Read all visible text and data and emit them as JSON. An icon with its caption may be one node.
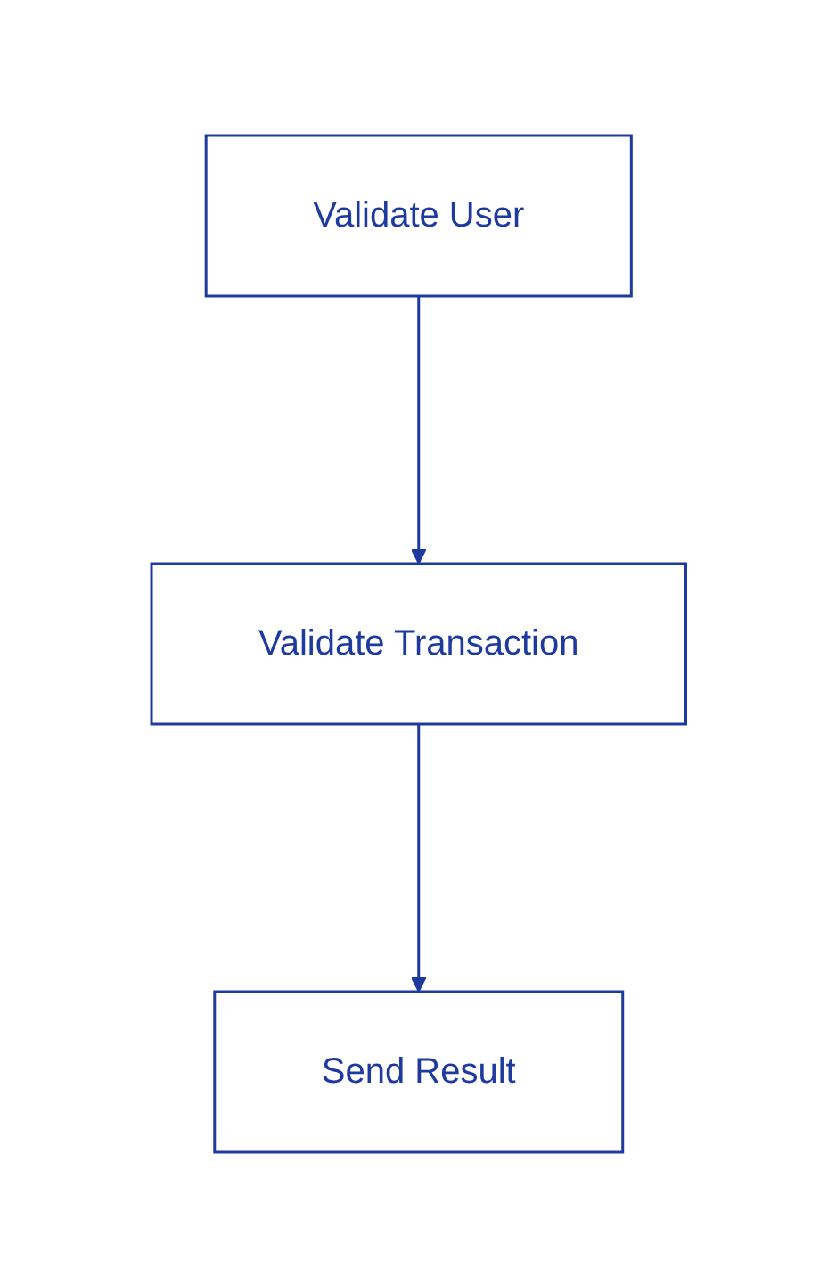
{
  "diagram": {
    "nodes": [
      {
        "text": [
          "Validate User"
        ]
      },
      {
        "text": [
          "Validate Transaction"
        ]
      },
      {
        "text": [
          "Send Result"
        ]
      }
    ],
    "edges": [
      {
        "from": 0,
        "to": 1,
        "arrow": "to"
      },
      {
        "from": 1,
        "to": 2,
        "arrow": "to"
      }
    ]
  }
}
